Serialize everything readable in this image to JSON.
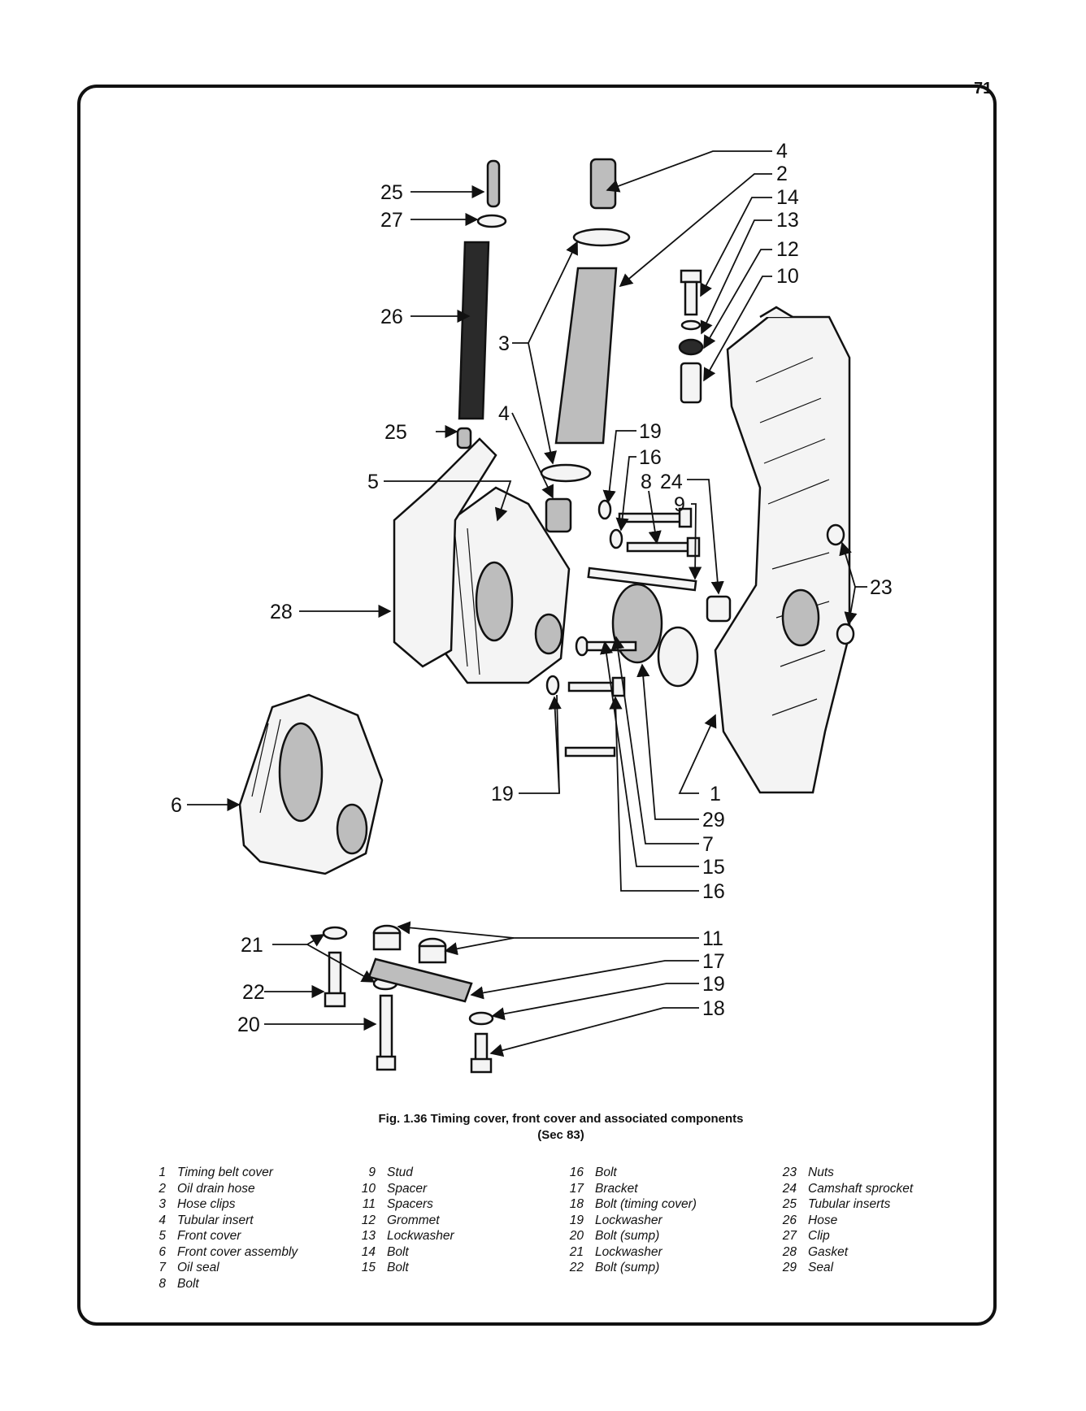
{
  "page": {
    "number": "71"
  },
  "figure": {
    "caption_line1": "Fig. 1.36 Timing cover, front cover and associated components",
    "caption_line2": "(Sec 83)"
  },
  "callouts": {
    "c4_top": "4",
    "c2": "2",
    "c14": "14",
    "c13": "13",
    "c12": "12",
    "c10": "10",
    "c25_top": "25",
    "c27": "27",
    "c26": "26",
    "c3": "3",
    "c4_mid": "4",
    "c25_mid": "25",
    "c19_a": "19",
    "c16_a": "16",
    "c8": "8",
    "c24": "24",
    "c9": "9",
    "c5": "5",
    "c28": "28",
    "c23": "23",
    "c6": "6",
    "c19_b": "19",
    "c1": "1",
    "c29": "29",
    "c7": "7",
    "c15": "15",
    "c16_b": "16",
    "c21": "21",
    "c11": "11",
    "c17": "17",
    "c22": "22",
    "c19_c": "19",
    "c20": "20",
    "c18": "18"
  },
  "legend": {
    "col1": [
      {
        "num": "1",
        "label": "Timing belt cover"
      },
      {
        "num": "2",
        "label": "Oil drain hose"
      },
      {
        "num": "3",
        "label": "Hose clips"
      },
      {
        "num": "4",
        "label": "Tubular insert"
      },
      {
        "num": "5",
        "label": "Front cover"
      },
      {
        "num": "6",
        "label": "Front cover assembly"
      },
      {
        "num": "7",
        "label": "Oil seal"
      },
      {
        "num": "8",
        "label": "Bolt"
      }
    ],
    "col2": [
      {
        "num": "9",
        "label": "Stud"
      },
      {
        "num": "10",
        "label": "Spacer"
      },
      {
        "num": "11",
        "label": "Spacers"
      },
      {
        "num": "12",
        "label": "Grommet"
      },
      {
        "num": "13",
        "label": "Lockwasher"
      },
      {
        "num": "14",
        "label": "Bolt"
      },
      {
        "num": "15",
        "label": "Bolt"
      }
    ],
    "col3": [
      {
        "num": "16",
        "label": "Bolt"
      },
      {
        "num": "17",
        "label": "Bracket"
      },
      {
        "num": "18",
        "label": "Bolt (timing cover)"
      },
      {
        "num": "19",
        "label": "Lockwasher"
      },
      {
        "num": "20",
        "label": "Bolt (sump)"
      },
      {
        "num": "21",
        "label": "Lockwasher"
      },
      {
        "num": "22",
        "label": "Bolt (sump)"
      }
    ],
    "col4": [
      {
        "num": "23",
        "label": "Nuts"
      },
      {
        "num": "24",
        "label": "Camshaft sprocket"
      },
      {
        "num": "25",
        "label": "Tubular inserts"
      },
      {
        "num": "26",
        "label": "Hose"
      },
      {
        "num": "27",
        "label": "Clip"
      },
      {
        "num": "28",
        "label": "Gasket"
      },
      {
        "num": "29",
        "label": "Seal"
      }
    ]
  }
}
